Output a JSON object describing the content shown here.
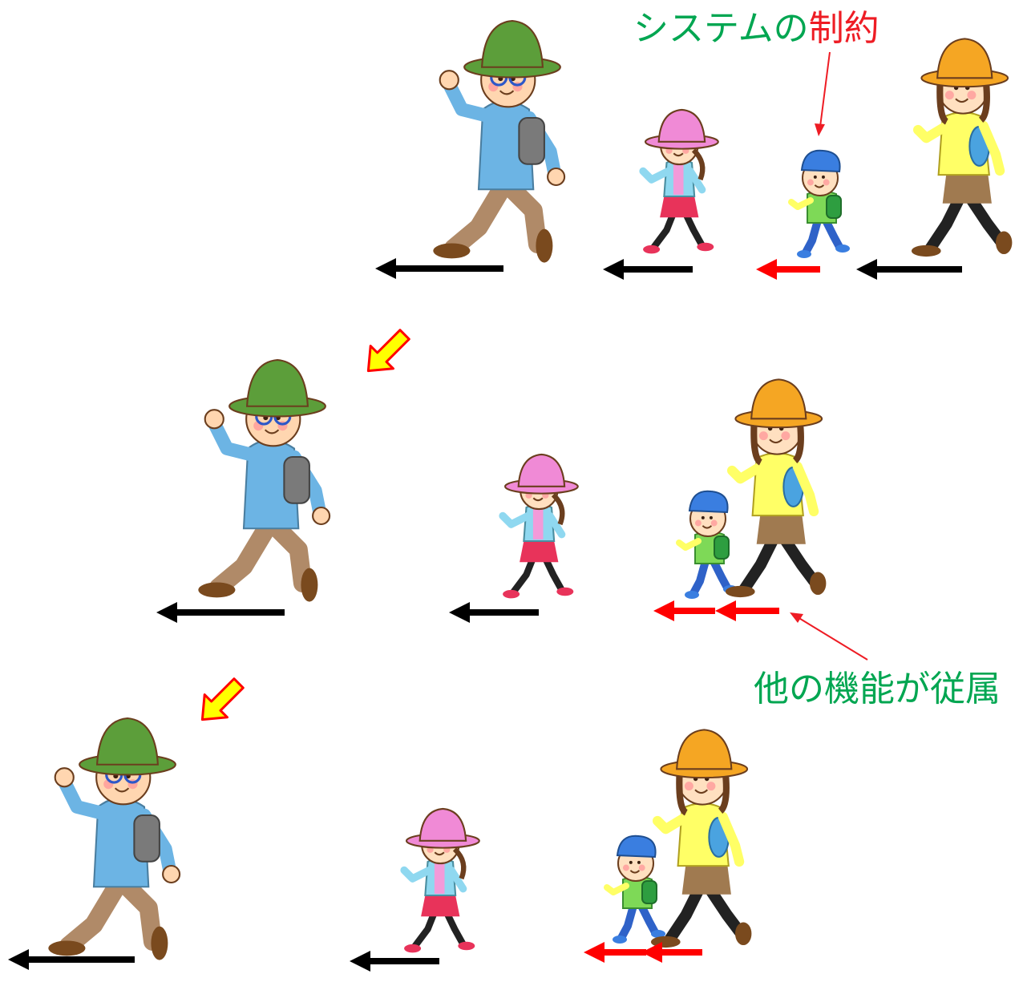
{
  "title_label": {
    "part1": "システムの",
    "part2": "制約",
    "color1": "#00a651",
    "color2": "#ee1c24"
  },
  "subordinate_label": {
    "text": "他の機能が従属",
    "color": "#00a651"
  },
  "colors": {
    "arrow_black": "#000000",
    "arrow_red": "#ff0000",
    "arrow_transition_fill": "#ffff00",
    "arrow_transition_stroke": "#ff0000",
    "callout": "#ee1c24"
  },
  "characters": {
    "father": {
      "hat": "#5c9e3a",
      "shirt": "#6cb4e4",
      "pants": "#b08a68",
      "bag": "#7a7a7a",
      "glasses": "#2d58c8"
    },
    "girl": {
      "hat": "#f08ad6",
      "shirt": "#8fd8f0",
      "skirt": "#e8335a",
      "scarf": "#f39ad9"
    },
    "boy": {
      "hat": "#3a7ee0",
      "shirt": "#7ed957",
      "pants": "#2f62c8",
      "bag": "#2e9e40"
    },
    "mother": {
      "hat": "#f5a623",
      "shirt": "#ffff66",
      "skirt": "#a07a50",
      "bag": "#4aa3e0"
    }
  }
}
